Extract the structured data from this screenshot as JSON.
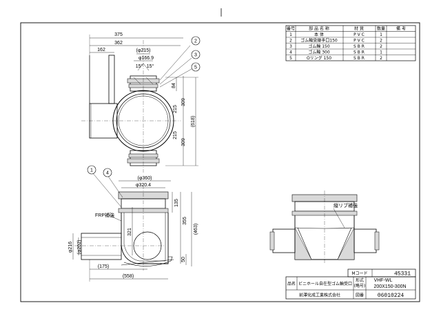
{
  "parts_table": {
    "headers": [
      "番号",
      "部 品 名 称",
      "材 質",
      "数量",
      "備 考"
    ],
    "rows": [
      [
        "1",
        "本 体",
        "P V C",
        "1",
        ""
      ],
      [
        "2",
        "ゴム輪受継手口150",
        "P V C",
        "2",
        ""
      ],
      [
        "3",
        "ゴム輪 150",
        "S B R",
        "2",
        ""
      ],
      [
        "4",
        "ゴム輪 300",
        "S B R",
        "1",
        ""
      ],
      [
        "5",
        "Oリング 150",
        "S B R",
        "2",
        ""
      ]
    ]
  },
  "plan_view": {
    "dims": [
      "375",
      "362",
      "162",
      "(φ215)",
      "φ166.9",
      "15°",
      "15°",
      "84",
      "309",
      "215",
      "215",
      "309",
      "(618)"
    ],
    "balloons": [
      "2",
      "3",
      "5"
    ]
  },
  "front_view": {
    "dims": [
      "(φ360)",
      "φ320.4",
      "135",
      "355",
      "(463)",
      "321",
      "φ216",
      "(φ202)",
      "(175)",
      "(558)",
      "50"
    ],
    "balloons": [
      "1",
      "4"
    ],
    "note_frp": "FRP補強"
  },
  "section_view": {
    "note": "縦リブ補強"
  },
  "title_block": {
    "mcode_label": "Mコード",
    "mcode_value": "45331",
    "name_label": "品名",
    "name_value": "ビニホール自在型ゴム輪受口",
    "model_label_1": "形式",
    "model_label_2": "(略号)",
    "model_value_1": "VHF-WL",
    "model_value_2": "200X150-300N",
    "company": "前澤化成工業株式会社",
    "drawing_no_label": "図番",
    "drawing_no_value": "06010224"
  }
}
